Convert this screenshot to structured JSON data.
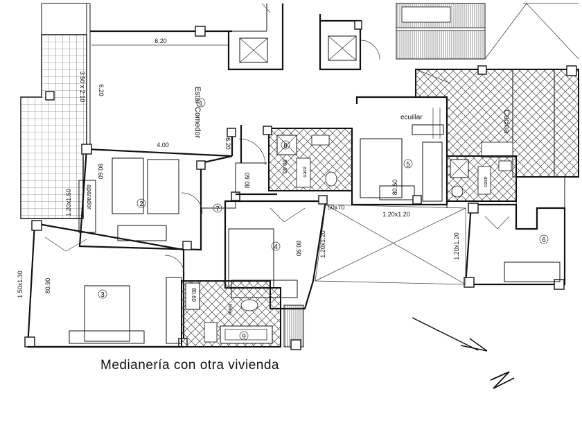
{
  "caption": "Medianería con otra vivienda",
  "rooms": {
    "r1_num": "1",
    "r1_name": "Estar-Comedor",
    "r2_num": "2",
    "r3_num": "3",
    "r4_num": "4",
    "r5_num": "5",
    "r6a_num": "6",
    "r6b_num": "6",
    "r7_num": "7",
    "r9_num": "9",
    "cocina": "Cocina",
    "ecuillar": "ecuillar",
    "aparador": "aparador"
  },
  "dims": {
    "d_620_top": "6.20",
    "d_350x210": "3.50 x 2.10",
    "d_620_left": "6.20",
    "d_400": "4.00",
    "d_620_mid": "6.20",
    "d_080_a": "80.60",
    "d_120x150": "1.20x1.50",
    "d_080_b": "80.60",
    "d_080_c": "80.60",
    "d_50x70": "50x70",
    "d_120x120_a": "1.20x1.20",
    "d_120x120_b": "1.20x1.20",
    "d_120x120_c": "1.20x1.20",
    "d_0090_a": "80.90",
    "d_150x130": "1.50x1.30",
    "d_0090_b": "80.90",
    "d_0060_b": "80.60",
    "d_0060_e": "80.60"
  },
  "fixtures": {
    "aseo_a": "aseo",
    "aseo_b": "aseo",
    "bano": "baño"
  }
}
